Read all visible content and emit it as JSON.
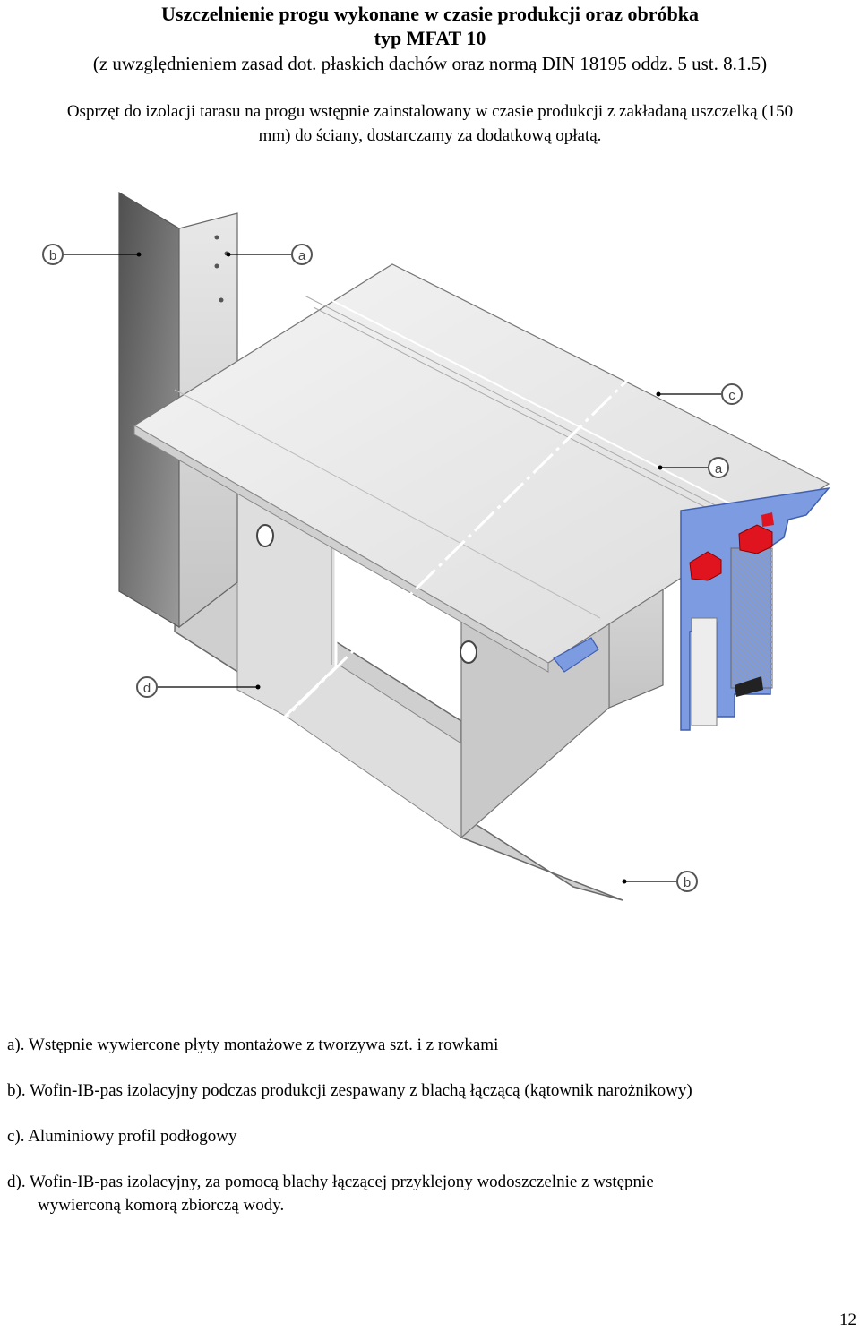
{
  "header": {
    "title_line1": "Uszczelnienie progu wykonane w czasie produkcji oraz obróbka",
    "title_line2": "typ MFAT 10",
    "subtitle": "(z uwzględnieniem zasad dot. płaskich dachów oraz normą DIN 18195 oddz. 5 ust. 8.1.5)"
  },
  "intro": {
    "line1": "Osprzęt do izolacji tarasu na progu wstępnie zainstalowany w czasie produkcji z zakładaną uszczelką (150",
    "line2": "mm) do ściany, dostarczamy za dodatkową opłatą."
  },
  "figure": {
    "callouts": {
      "b_top": "b",
      "a_top": "a",
      "c": "c",
      "a_right": "a",
      "d": "d",
      "b_bottom": "b"
    },
    "colors": {
      "sheet_light": "#d4d4d4",
      "sheet_dark": "#6e6e6e",
      "profile_blue": "#6f8fd8",
      "seal_red": "#e0141e",
      "insulation": "#f2f2f2"
    }
  },
  "legend": {
    "a": "a). Wstępnie wywiercone płyty montażowe z tworzywa szt. i z rowkami",
    "b": "b). Wofin-IB-pas izolacyjny podczas produkcji zespawany z blachą łączącą (kątownik narożnikowy)",
    "c": "c). Aluminiowy profil podłogowy",
    "d_line1": "d). Wofin-IB-pas izolacyjny, za pomocą blachy łączącej przyklejony wodoszczelnie z wstępnie",
    "d_line2": "wywierconą komorą zbiorczą wody."
  },
  "page_number": "12"
}
